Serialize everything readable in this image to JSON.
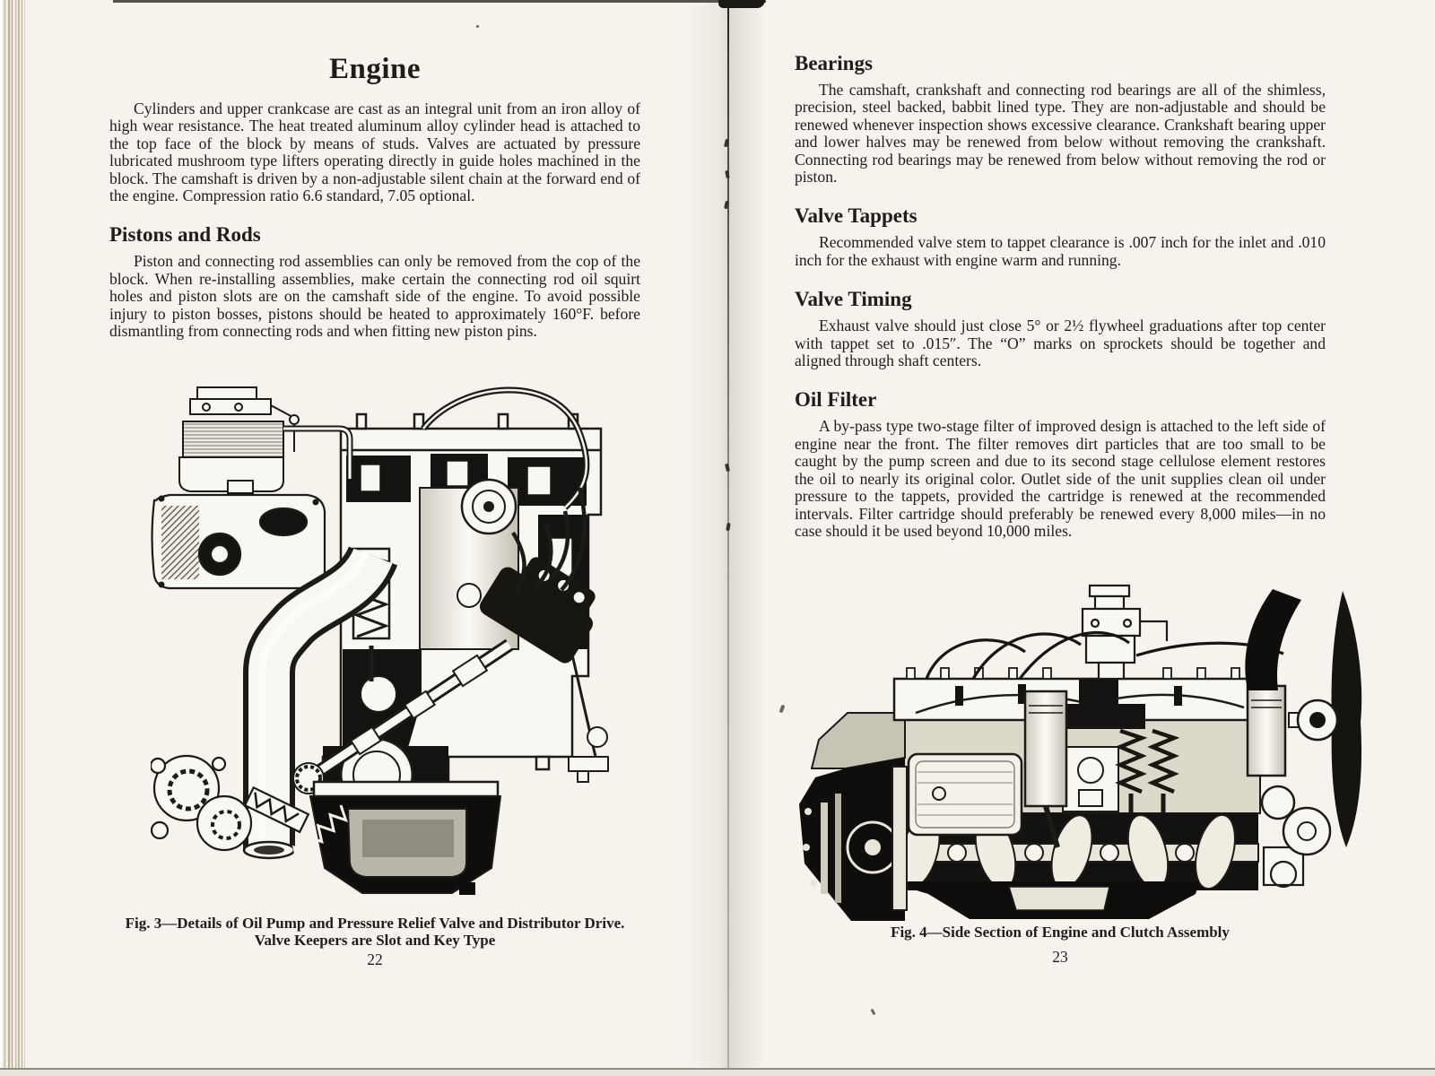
{
  "colors": {
    "paper": "#f5f3ec",
    "ink": "#1e1d1a"
  },
  "left_page": {
    "title": "Engine",
    "intro": "Cylinders and upper crankcase are cast as an integral unit from an iron alloy of high wear resistance. The heat treated aluminum alloy cylinder head is attached to the top face of the block by means of studs. Valves are actuated by pressure lubricated mushroom type lifters operating directly in guide holes machined in the block. The camshaft is driven by a non-adjustable silent chain at the forward end of the engine. Compression ratio 6.6 standard, 7.05 optional.",
    "sections": [
      {
        "heading": "Pistons and Rods",
        "body": "Piston and connecting rod assemblies can only be removed from the cop of the block. When re-installing assemblies, make certain the connecting rod oil squirt holes and piston slots are on the camshaft side of the engine. To avoid possible injury to piston bosses, pistons should be heated to approximately 160°F. before dismantling from connecting rods and when fitting new piston pins."
      }
    ],
    "figure": {
      "illustration": "engine-cross-section-oil-pump-distributor-drive",
      "caption_line1": "Fig. 3—Details of Oil Pump and Pressure Relief Valve and Distributor Drive.",
      "caption_line2": "Valve Keepers are Slot and Key Type"
    },
    "page_number": "22"
  },
  "right_page": {
    "sections": [
      {
        "heading": "Bearings",
        "body": "The camshaft, crankshaft and connecting rod bearings are all of the shimless, precision, steel backed, babbit lined type. They are non-adjustable and should be renewed whenever inspection shows excessive clearance. Crankshaft bearing upper and lower halves may be renewed from below without removing the crankshaft. Connecting rod bearings may be renewed from below without removing the rod or piston."
      },
      {
        "heading": "Valve Tappets",
        "body": "Recommended valve stem to tappet clearance is .007 inch for the inlet and .010 inch for the exhaust with engine warm and running."
      },
      {
        "heading": "Valve Timing",
        "body": "Exhaust valve should just close 5° or 2½ flywheel graduations after top center with tappet set to .015″. The “O” marks on sprockets should be together and aligned through shaft centers."
      },
      {
        "heading": "Oil Filter",
        "body": "A by-pass type two-stage filter of improved design is attached to the left side of engine near the front. The filter removes dirt particles that are too small to be caught by the pump screen and due to its second stage cellulose element restores the oil to nearly its original color. Outlet side of the unit supplies clean oil under pressure to the tappets, provided the cartridge is renewed at the recommended intervals. Filter cartridge should preferably be renewed every 8,000 miles—in no case should it be used beyond 10,000 miles."
      }
    ],
    "figure": {
      "illustration": "engine-side-section-and-clutch-assembly",
      "caption": "Fig. 4—Side Section of Engine and Clutch Assembly"
    },
    "page_number": "23"
  }
}
